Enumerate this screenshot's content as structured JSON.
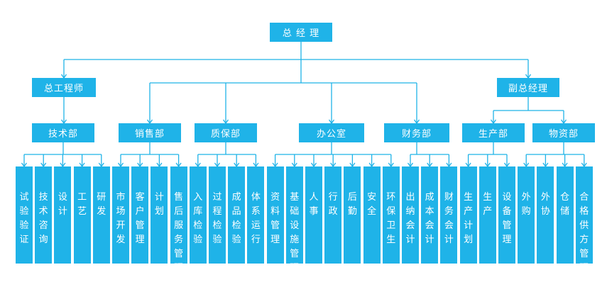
{
  "colors": {
    "box": "#1fb3e8",
    "line": "#1fb3e8",
    "text": "#ffffff"
  },
  "root": "总 经 理",
  "level1": {
    "left": "总工程师",
    "right": "副总经理"
  },
  "departments": [
    {
      "name": "技术部",
      "items": [
        "试验验证",
        "技术咨询",
        "设计",
        "工艺",
        "研发"
      ]
    },
    {
      "name": "销售部",
      "items": [
        "市场开发",
        "客户管理",
        "计划",
        "售后服务管理"
      ]
    },
    {
      "name": "质保部",
      "items": [
        "入库检验",
        "过程检验",
        "成品检验",
        "体系运行"
      ]
    },
    {
      "name": "办公室",
      "items": [
        "资料管理",
        "基础设施管理",
        "人事",
        "行政",
        "后勤",
        "安全",
        "环保卫生"
      ]
    },
    {
      "name": "财务部",
      "items": [
        "出纳会计",
        "成本会计",
        "财务会计"
      ]
    },
    {
      "name": "生产部",
      "items": [
        "生产计划",
        "生产",
        "设备管理"
      ]
    },
    {
      "name": "物资部",
      "items": [
        "外购",
        "外协",
        "仓储",
        "合格供方管理"
      ]
    }
  ]
}
